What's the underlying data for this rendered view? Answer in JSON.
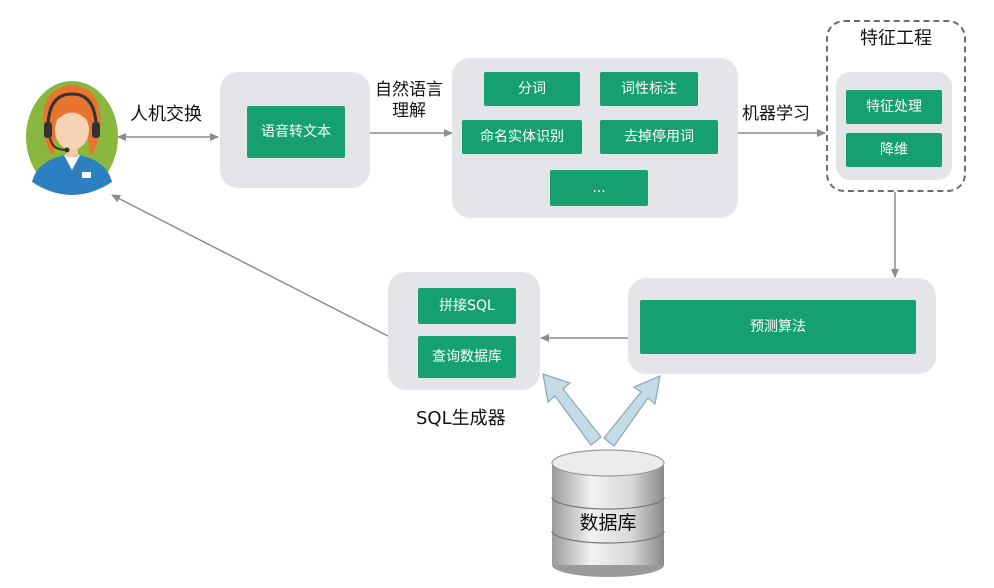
{
  "labels": {
    "human_interaction": "人机交换",
    "nlu": "自然语言理解",
    "machine_learning": "机器学习",
    "feature_engineering": "特征工程",
    "sql_generator": "SQL生成器"
  },
  "asr": {
    "chip": "语音转文本"
  },
  "nlu_chips": [
    "分词",
    "词性标注",
    "命名实体识别",
    "去掉停用词",
    "..."
  ],
  "feature_chips": [
    "特征处理",
    "降维"
  ],
  "prediction": {
    "chip": "预测算法"
  },
  "sql_chips": [
    "拼接SQL",
    "查询数据库"
  ],
  "database": {
    "label": "数据库"
  },
  "colors": {
    "chip_green": "#16a070",
    "panel_gray": "#e4e5e8",
    "arrow_gray": "#8c8c8c",
    "db_arrow_fill": "#c5dbe5",
    "db_arrow_stroke": "#86a9bd",
    "avatar_bg": "#8ab83f"
  },
  "icons": {
    "agent": "customer-service-agent-icon",
    "database": "database-cylinder-icon"
  }
}
